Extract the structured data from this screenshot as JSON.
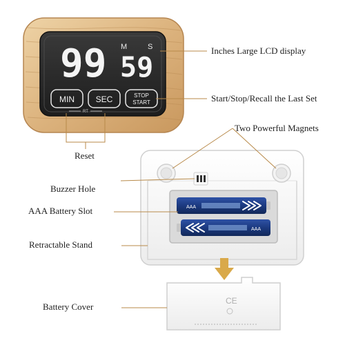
{
  "lcd": {
    "minutes": "99",
    "seconds": "59",
    "min_unit": "M",
    "sec_unit": "S"
  },
  "buttons": {
    "min": "MIN",
    "sec": "SEC",
    "rt": "RT",
    "stop": "STOP",
    "start": "START"
  },
  "cover_mark": "CE",
  "battery_text": "AAA",
  "callouts": {
    "lcd_display": "Inches Large LCD display",
    "start_stop": "Start/Stop/Recall the Last Set",
    "magnets": "Two Powerful Magnets",
    "reset": "Reset",
    "buzzer": "Buzzer Hole",
    "battery_slot": "AAA Battery Slot",
    "stand": "Retractable Stand",
    "cover": "Battery Cover"
  },
  "colors": {
    "wood_light": "#e8c89a",
    "wood_dark": "#c79a62",
    "lcd_bg": "#2a2a2a",
    "callout_line": "#b88a4a",
    "battery_blue": "#1e3a7a",
    "arrow_gold": "#d9a94a"
  }
}
